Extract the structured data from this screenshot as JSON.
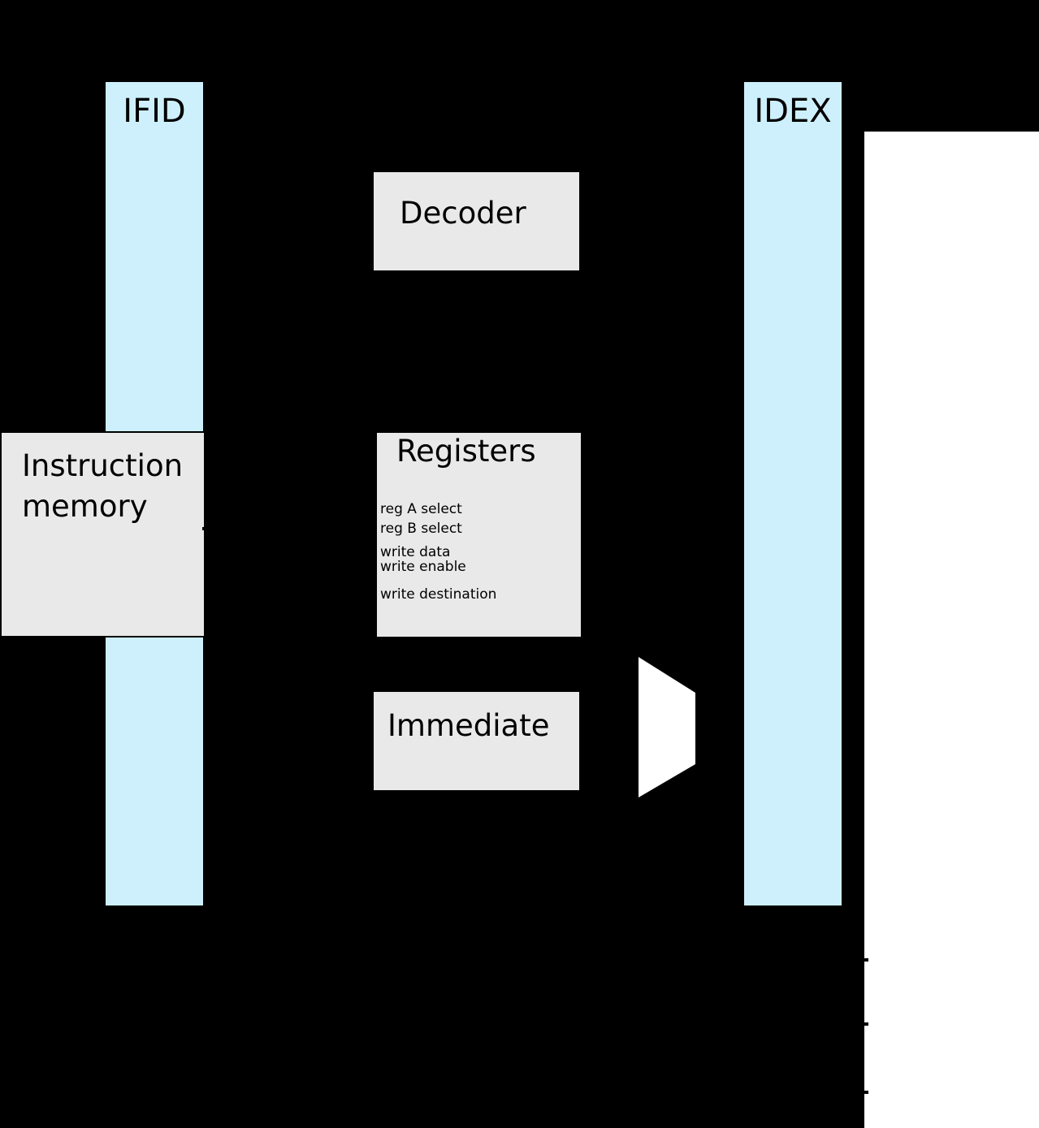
{
  "diagram": {
    "pipeline_registers": [
      {
        "id": "ifid",
        "label": "IFID"
      },
      {
        "id": "idex",
        "label": "IDEX"
      }
    ],
    "blocks": [
      {
        "id": "instruction-memory",
        "label": "Instruction\nmemory"
      },
      {
        "id": "decoder",
        "label": "Decoder"
      },
      {
        "id": "registers",
        "label": "Registers",
        "ports": [
          "reg A select",
          "reg B select",
          "write data",
          "write enable",
          "write destination"
        ]
      },
      {
        "id": "immediate",
        "label": "Immediate"
      }
    ],
    "mux": {
      "shape": "trapezoid-mux"
    },
    "colors": {
      "background": "#000000",
      "register_fill": "#cdf0fc",
      "block_fill": "#e9e9e9",
      "stage_area": "#ffffff",
      "border": "#000000",
      "text": "#000000"
    }
  }
}
